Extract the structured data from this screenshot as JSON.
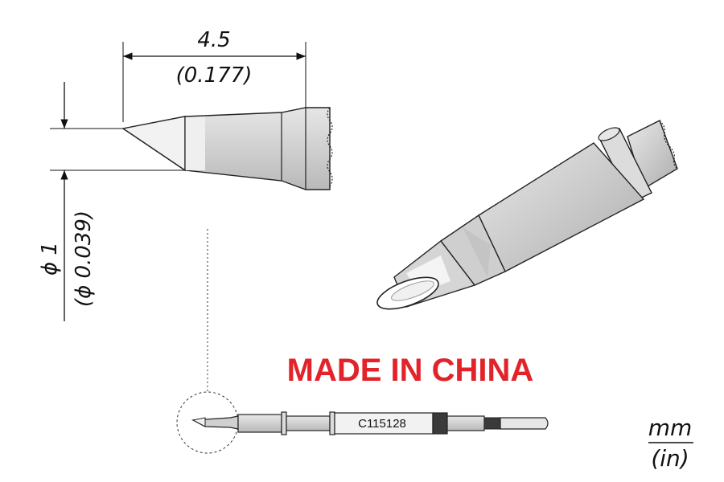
{
  "dimensions": {
    "length_mm": "4.5",
    "length_in": "(0.177)",
    "diameter_mm": "ϕ 1",
    "diameter_in": "(ϕ 0.039)"
  },
  "origin_text": "MADE IN CHINA",
  "part_number": "C115128",
  "units": {
    "primary": "mm",
    "secondary": "(in)"
  },
  "colors": {
    "origin_red": "#e2232a",
    "tip_fill": "#cfcfcf",
    "tip_light": "#f0f0f0",
    "outline": "#222222",
    "band_dark": "#3a3a3a"
  }
}
